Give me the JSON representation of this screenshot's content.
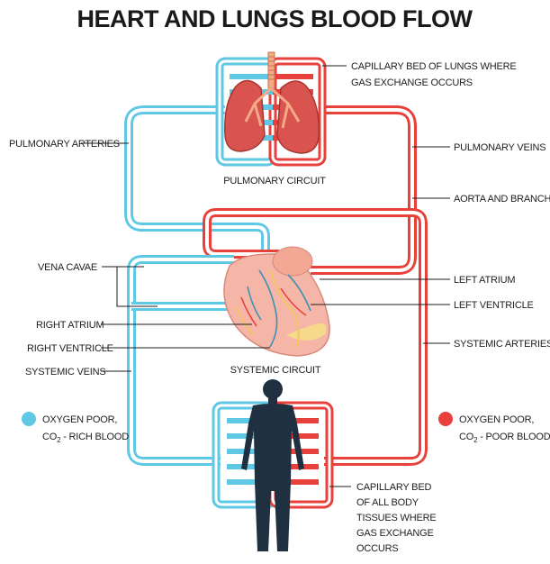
{
  "title": "HEART AND LUNGS BLOOD FLOW",
  "colors": {
    "oxygen_poor": "#5ec8e5",
    "oxygen_rich": "#e8413c",
    "heart": "#f5b6a8",
    "lungs": "#d9534f",
    "body": "#1f3140"
  },
  "labels": {
    "capillary_lungs_1": "CAPILLARY BED OF LUNGS WHERE",
    "capillary_lungs_2": "GAS EXCHANGE OCCURS",
    "pulmonary_arteries": "PULMONARY ARTERIES",
    "pulmonary_veins": "PULMONARY VEINS",
    "pulmonary_circuit": "PULMONARY CIRCUIT",
    "aorta": "AORTA AND BRANCHES",
    "vena_cavae": "VENA CAVAE",
    "left_atrium": "LEFT ATRIUM",
    "left_ventricle": "LEFT VENTRICLE",
    "right_atrium": "RIGHT ATRIUM",
    "right_ventricle": "RIGHT VENTRICLE",
    "systemic_arteries": "SYSTEMIC ARTERIES",
    "systemic_veins": "SYSTEMIC VEINS",
    "systemic_circuit": "SYSTEMIC CIRCUIT",
    "capillary_body_1": "CAPILLARY BED",
    "capillary_body_2": "OF ALL BODY",
    "capillary_body_3": "TISSUES WHERE",
    "capillary_body_4": "GAS EXCHANGE",
    "capillary_body_5": "OCCURS"
  },
  "legend": {
    "poor_1": "OXYGEN POOR,",
    "poor_2_prefix": "CO",
    "poor_2_sub": "2",
    "poor_2_suffix": " - RICH BLOOD",
    "rich_1": "OXYGEN POOR,",
    "rich_2_prefix": "CO",
    "rich_2_sub": "2",
    "rich_2_suffix": " - POOR BLOOD"
  }
}
